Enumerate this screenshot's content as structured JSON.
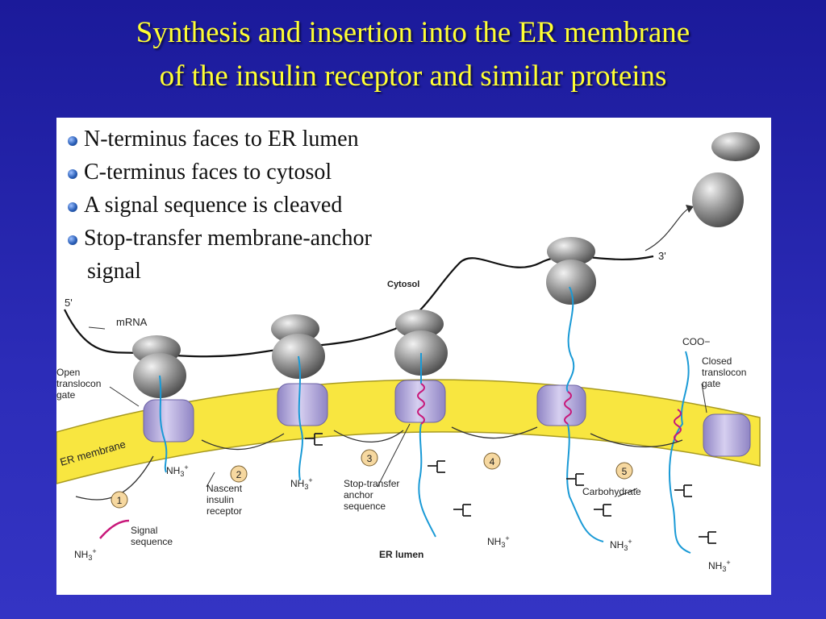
{
  "title": {
    "line1": "Synthesis and insertion into the ER membrane",
    "line2": "of the insulin receptor and similar proteins"
  },
  "bullets": [
    "N-terminus faces to ER lumen",
    "C-terminus faces to cytosol",
    "A signal sequence is cleaved",
    "Stop-transfer membrane-anchor"
  ],
  "bullet_continuation": "signal",
  "diagram": {
    "five_prime": "5'",
    "three_prime": "3'",
    "mrna": "mRNA",
    "cytosol": "Cytosol",
    "er_lumen": "ER lumen",
    "er_membrane": "ER membrane",
    "open_translocon": [
      "Open",
      "translocon",
      "gate"
    ],
    "closed_translocon": [
      "Closed",
      "translocon",
      "gate"
    ],
    "nascent": [
      "Nascent",
      "insulin",
      "receptor"
    ],
    "stop_transfer": [
      "Stop-transfer",
      "anchor",
      "sequence"
    ],
    "carbohydrate": "Carbohydrate",
    "signal_sequence": [
      "Signal",
      "sequence"
    ],
    "coo": "COO−",
    "nh3": "NH",
    "nh3_sub": "3",
    "nh3_sup": "+",
    "steps": [
      "1",
      "2",
      "3",
      "4",
      "5"
    ]
  },
  "colors": {
    "title": "#ffff33",
    "background": "#2a2ab5",
    "membrane": "#f8e640",
    "translocon": "#b3a8dc",
    "chain": "#1a9ad6",
    "helix": "#c8187a",
    "step_circle": "#f6d8a0"
  }
}
